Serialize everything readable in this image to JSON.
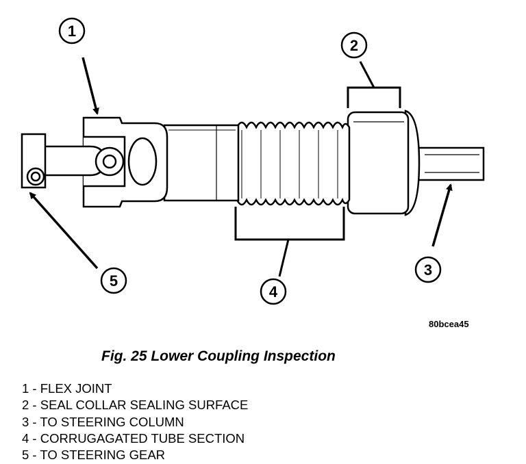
{
  "figure": {
    "title": "Fig. 25 Lower Coupling Inspection",
    "code": "80bcea45"
  },
  "callouts": [
    {
      "num": "1"
    },
    {
      "num": "2"
    },
    {
      "num": "3"
    },
    {
      "num": "4"
    },
    {
      "num": "5"
    }
  ],
  "legend": [
    {
      "text": "1 - FLEX JOINT"
    },
    {
      "text": "2 - SEAL COLLAR SEALING SURFACE"
    },
    {
      "text": "3 - TO STEERING COLUMN"
    },
    {
      "text": "4 - CORRUGAGATED TUBE SECTION"
    },
    {
      "text": "5 - TO STEERING GEAR"
    }
  ]
}
